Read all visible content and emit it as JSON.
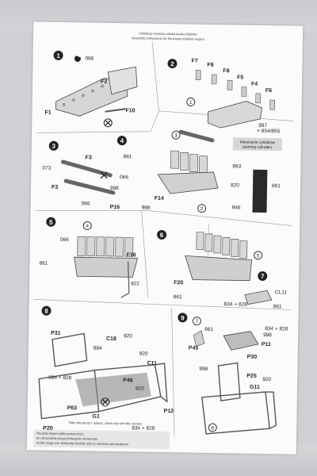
{
  "header_lines": [
    "Instrukcja montażu silnika Austro-Daimler",
    "Assembly instructions for the Austro-Daimler engine"
  ],
  "steps": [
    "1",
    "2",
    "3",
    "4",
    "5",
    "6",
    "7",
    "8",
    "9"
  ],
  "step1": {
    "labels": [
      "066",
      "F2",
      "F1",
      "F10"
    ]
  },
  "step2": {
    "labels": [
      "F7",
      "F9",
      "F8",
      "F5",
      "F4",
      "F6",
      "997",
      "+ 854/855"
    ]
  },
  "step3": {
    "labels": [
      "F3",
      "073",
      "F3",
      "998",
      "066",
      "P16"
    ]
  },
  "step4": {
    "labels": [
      "861",
      "066",
      "F14",
      "998"
    ],
    "callouts": [
      "3",
      "2"
    ]
  },
  "painting": {
    "title_pl": "Malowanie cylindrów",
    "title_en": "painting cylinders",
    "labels": [
      "863",
      "820",
      "861",
      "946"
    ]
  },
  "step5": {
    "labels": [
      "066",
      "861",
      "F16",
      "922"
    ],
    "callouts": [
      "4"
    ]
  },
  "step6": {
    "labels": [
      "F20",
      "861"
    ],
    "callouts": [
      "5"
    ]
  },
  "step7": {
    "labels": [
      "834 + 828",
      "CL11",
      "861"
    ]
  },
  "step8": {
    "labels": [
      "P31",
      "C18",
      "920",
      "884",
      "C11",
      "920",
      "834 + 828",
      "P46",
      "920",
      "P12",
      "P63",
      "G1",
      "P20",
      "834 + 828"
    ],
    "note": "Tylko dla wersji z osłoną. Used only with this version."
  },
  "step9": {
    "labels": [
      "861",
      "834 + 828",
      "P45",
      "998",
      "P11",
      "P30",
      "998",
      "P25",
      "G11",
      "920"
    ],
    "callouts": [
      "7",
      "8"
    ]
  },
  "footer_note": {
    "line1": "Nie kleić klejem tylko pomocniczo",
    "line2": "do utrzymania pozycji kolejnych elementów.",
    "line3": "At this stage use Sekkoshe flexible only to maintain part positions."
  },
  "colors": {
    "paper": "#fbfbfb",
    "ink": "#222222",
    "part_fill": "#c9c9c9",
    "dark_part": "#2a2a2a",
    "badge_bg": "#d7d7d7"
  },
  "icons": [
    "glue-icon",
    "cut-icon"
  ]
}
